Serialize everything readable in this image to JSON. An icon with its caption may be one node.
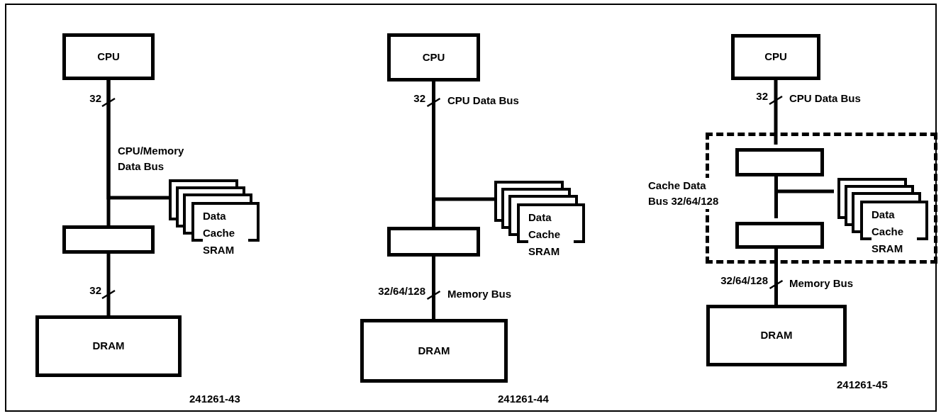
{
  "diagram": {
    "nodes": [
      {
        "text": [
          "CPU"
        ]
      },
      {
        "text": [],
        "shape": "box"
      },
      {
        "text": [
          "Data Cache SRAM"
        ]
      },
      {
        "text": [
          "DRAM"
        ]
      },
      {
        "text": [
          "CPU"
        ]
      },
      {
        "text": [],
        "shape": "box"
      },
      {
        "text": [
          "Data Cache SRAM"
        ]
      },
      {
        "text": [
          "DRAM"
        ]
      },
      {
        "text": [
          "CPU"
        ]
      },
      {
        "text": [],
        "shape": "box"
      },
      {
        "text": [],
        "shape": "box",
        "in": 9
      },
      {
        "text": [
          "Data Cache SRAM"
        ],
        "in": 9
      },
      {
        "text": [],
        "shape": "box",
        "in": 9
      },
      {
        "text": [
          "DRAM"
        ]
      }
    ],
    "edges": [
      {
        "from": 0,
        "to": 1,
        "arrow": "none",
        "label": "32"
      },
      {
        "from": 0,
        "to": 2,
        "arrow": "none"
      },
      {
        "from": 1,
        "to": 3,
        "arrow": "none",
        "label": "32"
      },
      {
        "from": 4,
        "to": 5,
        "arrow": "none",
        "label": "32"
      },
      {
        "from": 4,
        "to": 6,
        "arrow": "none"
      },
      {
        "from": 5,
        "to": 7,
        "arrow": "none",
        "label": "32/64/128"
      },
      {
        "from": 8,
        "to": 10,
        "arrow": "none",
        "label": "32"
      },
      {
        "from": 10,
        "to": 12,
        "arrow": "none"
      },
      {
        "from": 10,
        "to": 11,
        "arrow": "none"
      },
      {
        "from": 12,
        "to": 13,
        "arrow": "none",
        "label": "32/64/128"
      }
    ],
    "labels": [
      "CPU/Memory Data Bus",
      "241261-43",
      "CPU Data Bus",
      "Memory Bus",
      "241261-44",
      "CPU Data Bus",
      "Cache Data Bus 32/64/128",
      "Memory Bus",
      "241261-45"
    ]
  }
}
